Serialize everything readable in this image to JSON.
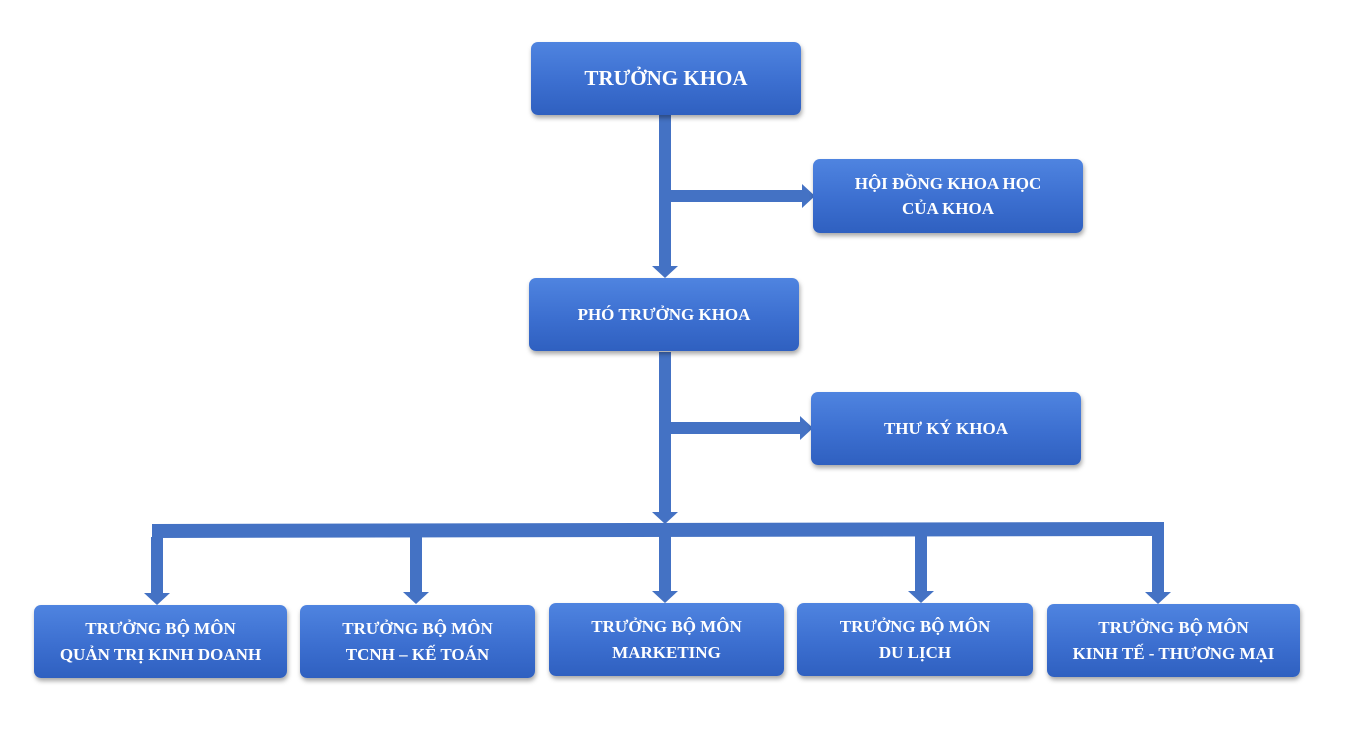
{
  "colors": {
    "box": "#3c6fd0",
    "connector": "#4472c4",
    "text": "#ffffff"
  },
  "nodes": {
    "dean": {
      "lines": [
        "TRƯỞNG KHOA"
      ]
    },
    "council": {
      "lines": [
        "HỘI ĐỒNG KHOA HỌC",
        "CỦA KHOA"
      ]
    },
    "vice_dean": {
      "lines": [
        "PHÓ TRƯỞNG KHOA"
      ]
    },
    "secretary": {
      "lines": [
        "THƯ KÝ KHOA"
      ]
    },
    "departments": [
      {
        "lines": [
          "TRƯỞNG BỘ MÔN",
          "QUẢN TRỊ KINH DOANH"
        ]
      },
      {
        "lines": [
          "TRƯỞNG BỘ MÔN",
          "TCNH – KẾ TOÁN"
        ]
      },
      {
        "lines": [
          "TRƯỞNG BỘ MÔN",
          "MARKETING"
        ]
      },
      {
        "lines": [
          "TRƯỞNG BỘ MÔN",
          "DU LỊCH"
        ]
      },
      {
        "lines": [
          "TRƯỞNG BỘ MÔN",
          "KINH TẾ - THƯƠNG MẠI"
        ]
      }
    ]
  }
}
